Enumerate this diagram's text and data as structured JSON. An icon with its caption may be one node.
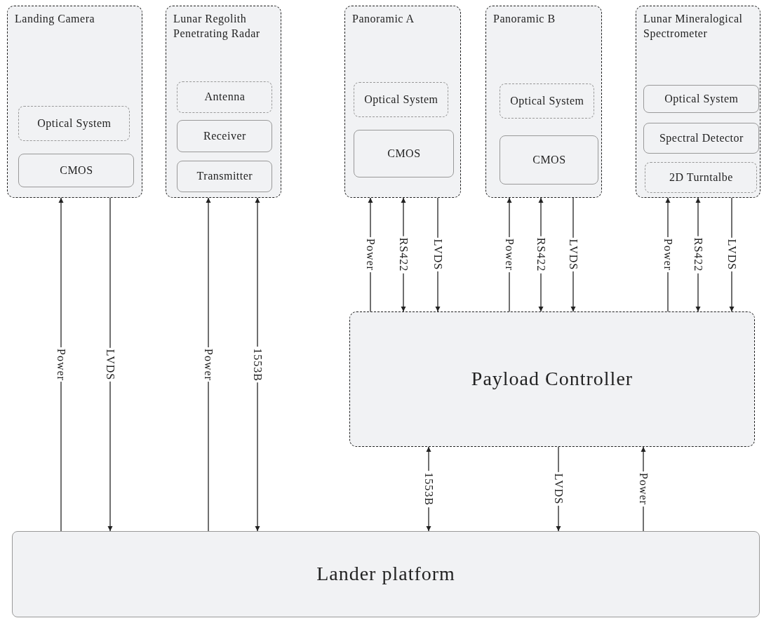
{
  "diagram": {
    "nodes": [
      {
        "text": [
          "Landing Camera"
        ]
      },
      {
        "text": [
          "Optical System"
        ],
        "in": 0
      },
      {
        "text": [
          "CMOS"
        ],
        "in": 0
      },
      {
        "text": [
          "Lunar Regolith Penetrating Radar"
        ]
      },
      {
        "text": [
          "Antenna"
        ],
        "in": 3
      },
      {
        "text": [
          "Receiver"
        ],
        "in": 3
      },
      {
        "text": [
          "Transmitter"
        ],
        "in": 3
      },
      {
        "text": [
          "Panoramic A"
        ]
      },
      {
        "text": [
          "Optical System"
        ],
        "in": 7
      },
      {
        "text": [
          "CMOS"
        ],
        "in": 7
      },
      {
        "text": [
          "Panoramic B"
        ]
      },
      {
        "text": [
          "Optical System"
        ],
        "in": 10
      },
      {
        "text": [
          "CMOS"
        ],
        "in": 10
      },
      {
        "text": [
          "Lunar Mineralogical Spectrometer"
        ]
      },
      {
        "text": [
          "Optical System"
        ],
        "in": 13
      },
      {
        "text": [
          "Spectral Detector"
        ],
        "in": 13
      },
      {
        "text": [
          "2D Turntalbe"
        ],
        "in": 13
      },
      {
        "text": [
          "Payload Controller"
        ]
      },
      {
        "text": [
          "Lander platform"
        ]
      }
    ],
    "edges": [
      {
        "from": 18,
        "to": 0,
        "arrow": "to",
        "label": "Power"
      },
      {
        "from": 0,
        "to": 18,
        "arrow": "to",
        "label": "LVDS"
      },
      {
        "from": 18,
        "to": 3,
        "arrow": "to",
        "label": "Power"
      },
      {
        "from": 3,
        "to": 18,
        "arrow": "both",
        "label": "1553B"
      },
      {
        "from": 17,
        "to": 7,
        "arrow": "to",
        "label": "Power"
      },
      {
        "from": 7,
        "to": 17,
        "arrow": "both",
        "label": "RS422"
      },
      {
        "from": 7,
        "to": 17,
        "arrow": "to",
        "label": "LVDS"
      },
      {
        "from": 17,
        "to": 10,
        "arrow": "to",
        "label": "Power"
      },
      {
        "from": 10,
        "to": 17,
        "arrow": "both",
        "label": "RS422"
      },
      {
        "from": 10,
        "to": 17,
        "arrow": "to",
        "label": "LVDS"
      },
      {
        "from": 17,
        "to": 13,
        "arrow": "to",
        "label": "Power"
      },
      {
        "from": 13,
        "to": 17,
        "arrow": "both",
        "label": "RS422"
      },
      {
        "from": 13,
        "to": 17,
        "arrow": "to",
        "label": "LVDS"
      },
      {
        "from": 17,
        "to": 18,
        "arrow": "both",
        "label": "1553B"
      },
      {
        "from": 17,
        "to": 18,
        "arrow": "to",
        "label": "LVDS"
      },
      {
        "from": 18,
        "to": 17,
        "arrow": "to",
        "label": "Power"
      }
    ]
  }
}
